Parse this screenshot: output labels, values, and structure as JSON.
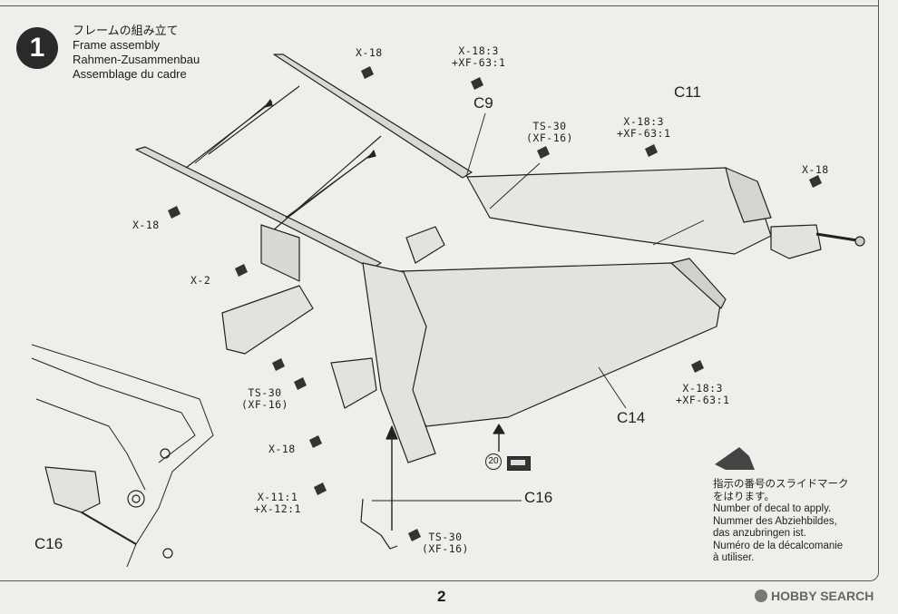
{
  "step": {
    "number": "1",
    "title_jp": "フレームの組み立て",
    "title_en": "Frame assembly",
    "title_de": "Rahmen-Zusammenbau",
    "title_fr": "Assemblage du cadre"
  },
  "callouts": {
    "x18_top": "X-18",
    "x18_3_top_l1": "X-18:3",
    "x18_3_top_l2": "+XF-63:1",
    "c9": "C9",
    "ts30_top_l1": "TS-30",
    "ts30_top_l2": "(XF-16)",
    "c11": "C11",
    "x18_3_right_l1": "X-18:3",
    "x18_3_right_l2": "+XF-63:1",
    "x18_far_right": "X-18",
    "x18_left": "X-18",
    "x2": "X-2",
    "ts30_mid_l1": "TS-30",
    "ts30_mid_l2": "(XF-16)",
    "x18_3_bottom_l1": "X-18:3",
    "x18_3_bottom_l2": "+XF-63:1",
    "c14": "C14",
    "x18_bottom": "X-18",
    "x11_l1": "X-11:1",
    "x11_l2": "+X-12:1",
    "c16_right": "C16",
    "ts30_bottom_l1": "TS-30",
    "ts30_bottom_l2": "(XF-16)",
    "c16_left": "C16",
    "decal_number": "20"
  },
  "notice": {
    "jp_l1": "指示の番号のスライドマーク",
    "jp_l2": "をはります。",
    "en": "Number of decal to apply.",
    "de_l1": "Nummer des Abziehbildes,",
    "de_l2": "das anzubringen ist.",
    "fr_l1": "Numéro de la décalcomanie",
    "fr_l2": "à utiliser."
  },
  "page_number": "2",
  "watermark": "HOBBY SEARCH",
  "colors": {
    "line": "#222222",
    "fill": "#e2e2de",
    "background": "#eeeeea"
  }
}
